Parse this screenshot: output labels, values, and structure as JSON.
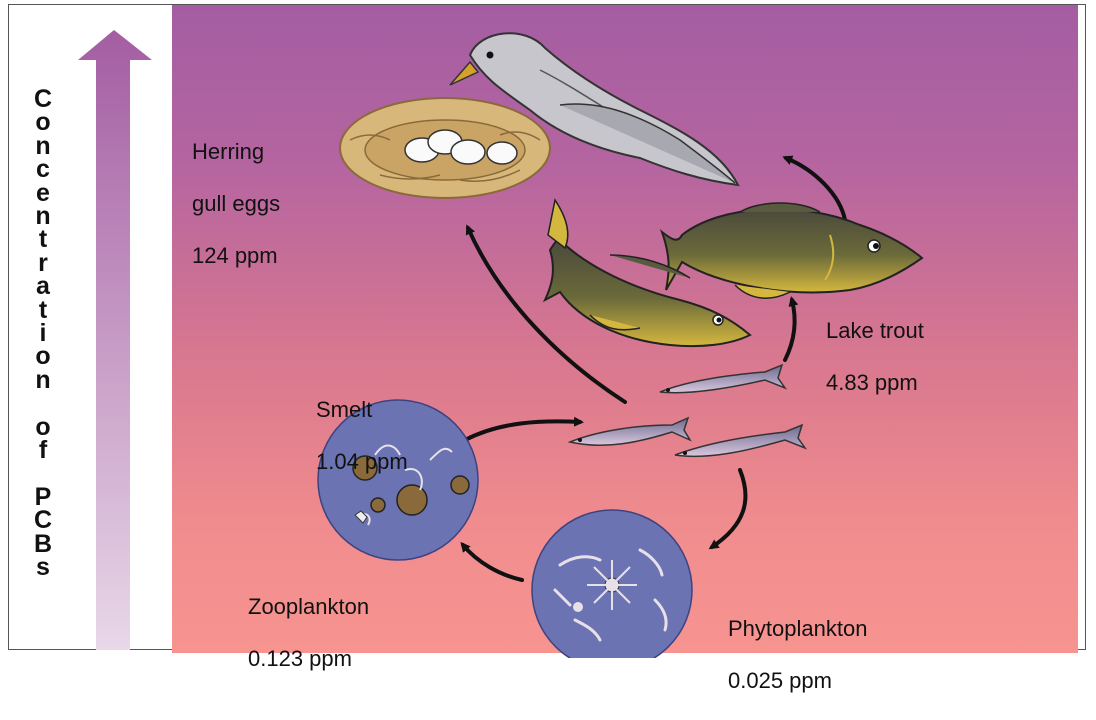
{
  "axis": {
    "label_letters": [
      "C",
      "o",
      "n",
      "c",
      "e",
      "n",
      "t",
      "r",
      "a",
      "t",
      "i",
      "o",
      "n",
      " ",
      "o",
      "f",
      " ",
      "P",
      "C",
      "B",
      "s"
    ]
  },
  "organisms": {
    "gull": {
      "name": "Herring gull eggs",
      "line1": "Herring",
      "line2": "gull eggs",
      "value": "124 ppm"
    },
    "trout": {
      "name": "Lake trout",
      "value": "4.83 ppm"
    },
    "smelt": {
      "name": "Smelt",
      "value": "1.04 ppm"
    },
    "zooplankton": {
      "name": "Zooplankton",
      "value": "0.123 ppm"
    },
    "phytoplankton": {
      "name": "Phytoplankton",
      "value": "0.025 ppm"
    }
  },
  "colors": {
    "scene_top": "#a45da2",
    "scene_bottom": "#f79490",
    "plankton_circle": "#6b73b3",
    "arrow_top": "#a45da2",
    "arrow_bottom": "#e6d3e6"
  },
  "icons": [
    "herring-gull-icon",
    "nest-icon",
    "lake-trout-icon",
    "smelt-icon",
    "zooplankton-icon",
    "phytoplankton-icon",
    "up-arrow-icon"
  ]
}
